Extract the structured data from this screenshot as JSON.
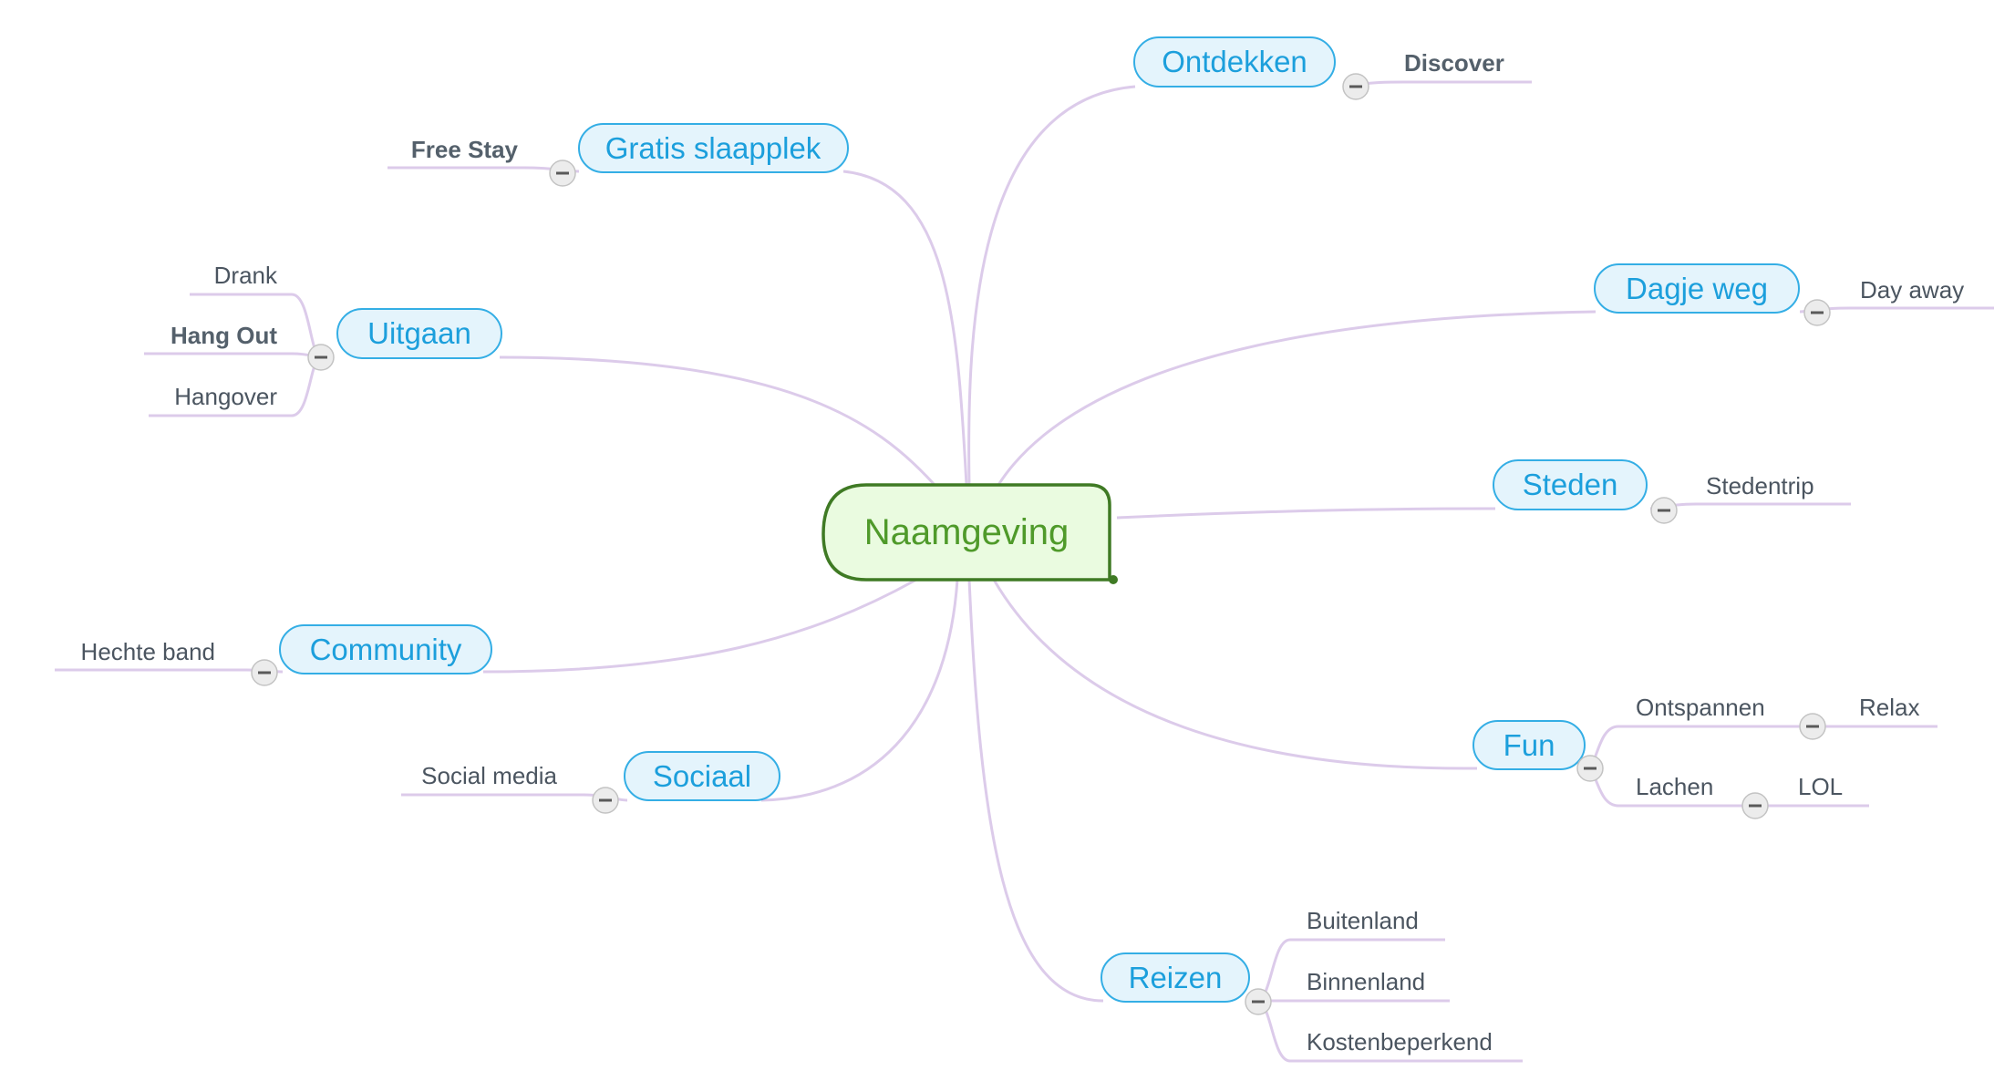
{
  "root": {
    "label": "Naamgeving"
  },
  "branches": {
    "ontdekken": {
      "label": "Ontdekken",
      "children": [
        {
          "label": "Discover"
        }
      ]
    },
    "gratis": {
      "label": "Gratis slaapplek",
      "children": [
        {
          "label": "Free Stay"
        }
      ]
    },
    "uitgaan": {
      "label": "Uitgaan",
      "children": [
        {
          "label": "Drank"
        },
        {
          "label": "Hang Out"
        },
        {
          "label": "Hangover"
        }
      ]
    },
    "dagje": {
      "label": "Dagje weg",
      "children": [
        {
          "label": "Day away"
        }
      ]
    },
    "steden": {
      "label": "Steden",
      "children": [
        {
          "label": "Stedentrip"
        }
      ]
    },
    "community": {
      "label": "Community",
      "children": [
        {
          "label": "Hechte band"
        }
      ]
    },
    "sociaal": {
      "label": "Sociaal",
      "children": [
        {
          "label": "Social media"
        }
      ]
    },
    "fun": {
      "label": "Fun",
      "children": [
        {
          "label": "Ontspannen",
          "children": [
            {
              "label": "Relax"
            }
          ]
        },
        {
          "label": "Lachen",
          "children": [
            {
              "label": "LOL"
            }
          ]
        }
      ]
    },
    "reizen": {
      "label": "Reizen",
      "children": [
        {
          "label": "Buitenland"
        },
        {
          "label": "Binnenland"
        },
        {
          "label": "Kostenbeperkend"
        }
      ]
    }
  },
  "colors": {
    "root_fill": "#eafbe0",
    "root_stroke": "#3f7a24",
    "root_text": "#4f9a2a",
    "branch_fill": "#e4f4fc",
    "branch_stroke": "#34aee5",
    "branch_text": "#1c9fdc",
    "connector": "#dccbea",
    "leaf_text": "#4b5560"
  }
}
